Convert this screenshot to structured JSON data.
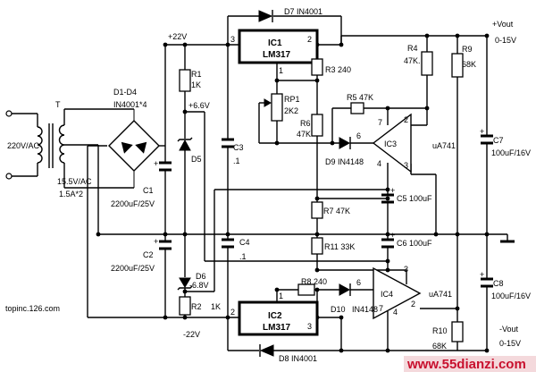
{
  "labels": {
    "v22p": "+22V",
    "v22n": "-22V",
    "v66p": "+6.6V",
    "v68n": "-6.8V",
    "vout_p": "+Vout",
    "vout_p_range": "0-15V",
    "vout_n": "-Vout",
    "vout_n_range": "0-15V",
    "ac_in": "220V/AC",
    "transformer": "T",
    "tr_secondary": "15.5V/AC",
    "tr_current": "1.5A*2",
    "bridge_name": "D1-D4",
    "bridge_type": "IN4001*4",
    "site": "topinc.126.com",
    "watermark": "www.55dianzi.com"
  },
  "components": {
    "ic1_name": "IC1",
    "ic1_type": "LM317",
    "ic2_name": "IC2",
    "ic2_type": "LM317",
    "ic3_name": "IC3",
    "ic3_type": "uA741",
    "ic4_name": "IC4",
    "ic4_type": "uA741",
    "d7": "D7 IN4001",
    "d8": "D8 IN4001",
    "d9": "D9 IN4148",
    "d10": "D10",
    "d10_type": "IN4148",
    "d5": "D5",
    "d6": "D6",
    "r1": "R1",
    "r1v": "1K",
    "r2": "R2",
    "r2v": "1K",
    "r3": "R3  240",
    "r4": "R4",
    "r4v": "47K.",
    "r5": "R5 47K",
    "r6": "R6",
    "r6v": "47K",
    "r7": "R7 47K",
    "r8": "R8 240",
    "r9": "R9",
    "r9v": "68K",
    "r10": "R10",
    "r10v": "68K",
    "r11": "R11 33K",
    "rp1": "RP1",
    "rp1v": "2K2",
    "c1": "C1",
    "c1v": "2200uF/25V",
    "c2": "C2",
    "c2v": "2200uF/25V",
    "c3": "C3",
    "c3v": ".1",
    "c4": "C4",
    "c4v": ".1",
    "c5": "C5 100uF",
    "c6": "C6 100uF",
    "c7": "C7",
    "c7v": "100uF/16V",
    "c8": "C8",
    "c8v": "100uF/16V"
  },
  "pins": {
    "ic1_in": "3",
    "ic1_out": "2",
    "ic1_adj": "1",
    "ic2_in": "2",
    "ic2_out": "3",
    "ic2_adj": "1",
    "ic3_p7": "7",
    "ic3_p2": "2",
    "ic3_p6": "6",
    "ic3_p4": "4",
    "ic3_p3": "3",
    "ic4_p3": "3",
    "ic4_p6": "6",
    "ic4_p2": "2",
    "ic4_p7": "7",
    "ic4_p4": "4"
  },
  "colors": {
    "watermark": "#c8102e"
  }
}
